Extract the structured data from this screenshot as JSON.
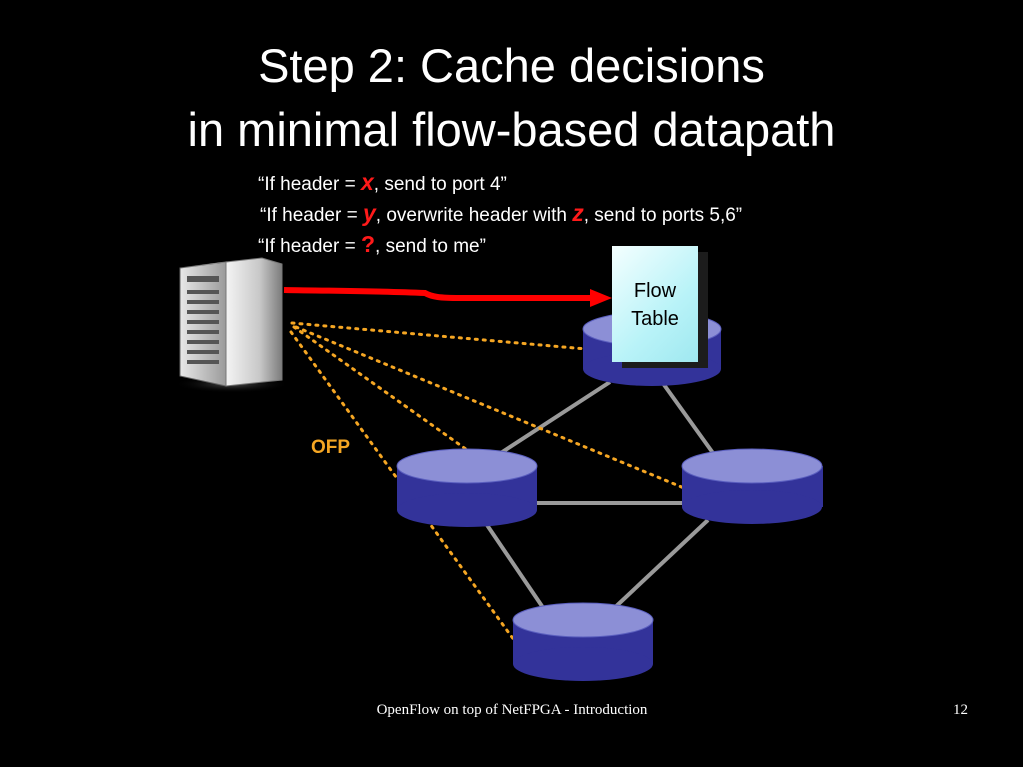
{
  "title": {
    "line1": "Step 2: Cache decisions",
    "line2": "in minimal flow-based datapath"
  },
  "rules": [
    {
      "prefix": "“If header = ",
      "var": "x",
      "suffix": ", send to port 4”"
    },
    {
      "prefix": "“If header = ",
      "var": "y",
      "middle": ", overwrite header with ",
      "var2": "z",
      "suffix": ", send to ports 5,6”"
    },
    {
      "prefix": "“If header = ",
      "var": "?",
      "suffix": ", send to me”"
    }
  ],
  "diagram": {
    "protocol_label": "OFP",
    "flow_table_label": "Flow Table",
    "controller_icon": "server-icon",
    "switch_icon": "switch-cylinder-icon",
    "colors": {
      "switch_top": "#8c8fd6",
      "switch_side": "#33339a",
      "link": "#9a9a9a",
      "ofp_link": "#f5a623",
      "flow_arrow": "#ff0000",
      "flow_table": "#b9f3f8"
    }
  },
  "footer": {
    "text": "OpenFlow on top of NetFPGA - Introduction",
    "page_number": "12"
  }
}
